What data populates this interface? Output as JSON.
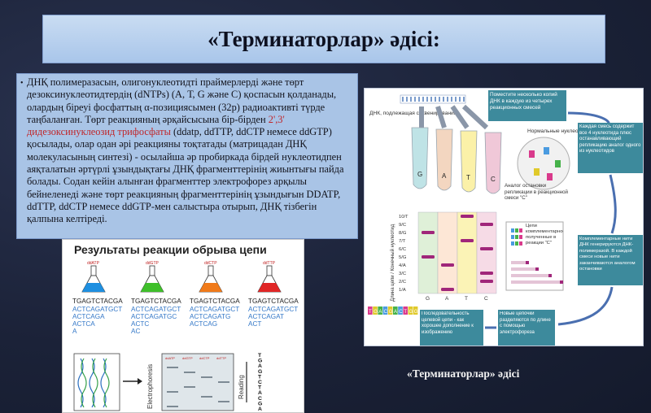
{
  "slide": {
    "title": "«Терминаторлар» әдісі:",
    "body_part1": "ДНҚ полимеразасын, олигонуклеотидті праймерлерді және төрт дезоксинуклеотидтердің (dNTPs) (А, Т, G және С) қоспасын қолданады, олардың біреуі фосфаттың α-позициясымен (32p) радиоактивті түрде таңбаланған. Төрт реакцияның әрқайсысына бір-бірден ",
    "body_red": "2',3' дидезоксинуклеозид трифосфаты",
    "body_part2": " (ddatp, ddTTP, ddCTP немесе ddGTP) қосылады, олар одан әрі реакцияны тоқтатады (матрицадан ДНҚ молекуласының синтезі) - осылайша әр пробиркада бірдей нуклеотидпен аяқталатын әртүрлі ұзындықтағы ДНҚ фрагменттерінің жиынтығы пайда болады. Содан кейін алынған фрагменттер электрофорез арқылы бейнеленеді және төрт реакцияның фрагменттерінің ұзындығын DDATP, ddTTP, ddCTP немесе ddGTP-мен салыстыра отырып, ДНҚ тізбегін қалпына келтіреді.",
    "caption": "«Терминаторлар» әдісі"
  },
  "left_figure": {
    "heading": "Результаты реакции обрыва цепи",
    "flasks": [
      {
        "label": "ddATP",
        "color": "#1e8fe0",
        "template": "TGAGTCTACGA",
        "products": [
          "ACTCAGATGCT",
          "ACTCAGA",
          "ACTCA",
          "A"
        ]
      },
      {
        "label": "ddGTP",
        "color": "#3fbf2a",
        "template": "TGAGTCTACGA",
        "products": [
          "ACTCAGATGCT",
          "ACTCAGATGC",
          "ACTC",
          "AC"
        ]
      },
      {
        "label": "ddCTP",
        "color": "#f07a1a",
        "template": "TGAGTCTACGA",
        "products": [
          "ACTCAGATGCT",
          "ACTCAGATG",
          "ACTCAG"
        ]
      },
      {
        "label": "ddTTP",
        "color": "#e02626",
        "template": "TGAGTCTACGA",
        "products": [
          "ACTCAGATGCT",
          "ACTCAGAT",
          "ACT"
        ]
      }
    ],
    "electrophoresis_label": "Electrophoresis",
    "reading_label": "Reading",
    "read_sequence": [
      "T",
      "G",
      "A",
      "G",
      "T",
      "C",
      "T",
      "A",
      "C",
      "G",
      "A"
    ],
    "lane_header": [
      "ddATP",
      "ddGTP",
      "ddCTP",
      "ddTTP"
    ]
  },
  "right_figure": {
    "dna_label": "ДНК, подлежащая секвенированию",
    "box1": "Поместите несколько копий ДНК в каждую из четырех реакционных смесей",
    "normal_label": "Нормальные нуклеотиды",
    "box2": "Каждая смесь содержит все 4 нуклеотида плюс останавливающий репликацию аналог одного из нуклеотидов",
    "tubes": [
      "G",
      "A",
      "T",
      "C"
    ],
    "analog_label": "Аналог остановки репликации в реакционной смеси \"С\"",
    "gel_axis": "Длина цепи / Конечный нуклеотид",
    "rows": [
      "10/T",
      "9/C",
      "8/G",
      "7/T",
      "6/C",
      "5/G",
      "4/A",
      "3/C",
      "2/C",
      "1/A"
    ],
    "gel_cols": [
      "G",
      "A",
      "T",
      "C"
    ],
    "chains_label": "Цепи комплементарности, полученные в реакции \"С\"",
    "box3": "Комплементарные нити ДНК генерируются ДНК-полимеразой. В каждой смеси новые нити заканчиваются аналогом остановки",
    "box4": "Последовательность целевой цепи - как хорошее дополнение к изображению",
    "box5": "Новые цепочки разделяются по длине с помощью электрофореза",
    "bottom_sequence": [
      "T",
      "G",
      "A",
      "C",
      "G",
      "A",
      "C",
      "T",
      "G",
      "G"
    ]
  },
  "colors": {
    "background": "#1b2238",
    "title_box": "#bcd3ee",
    "text_box": "#a9c4e6",
    "highlight_red": "#c0262a",
    "teal_box": "#3d8a9c",
    "arrow_blue": "#4a6fb0",
    "gel_band": "#a0267a"
  }
}
